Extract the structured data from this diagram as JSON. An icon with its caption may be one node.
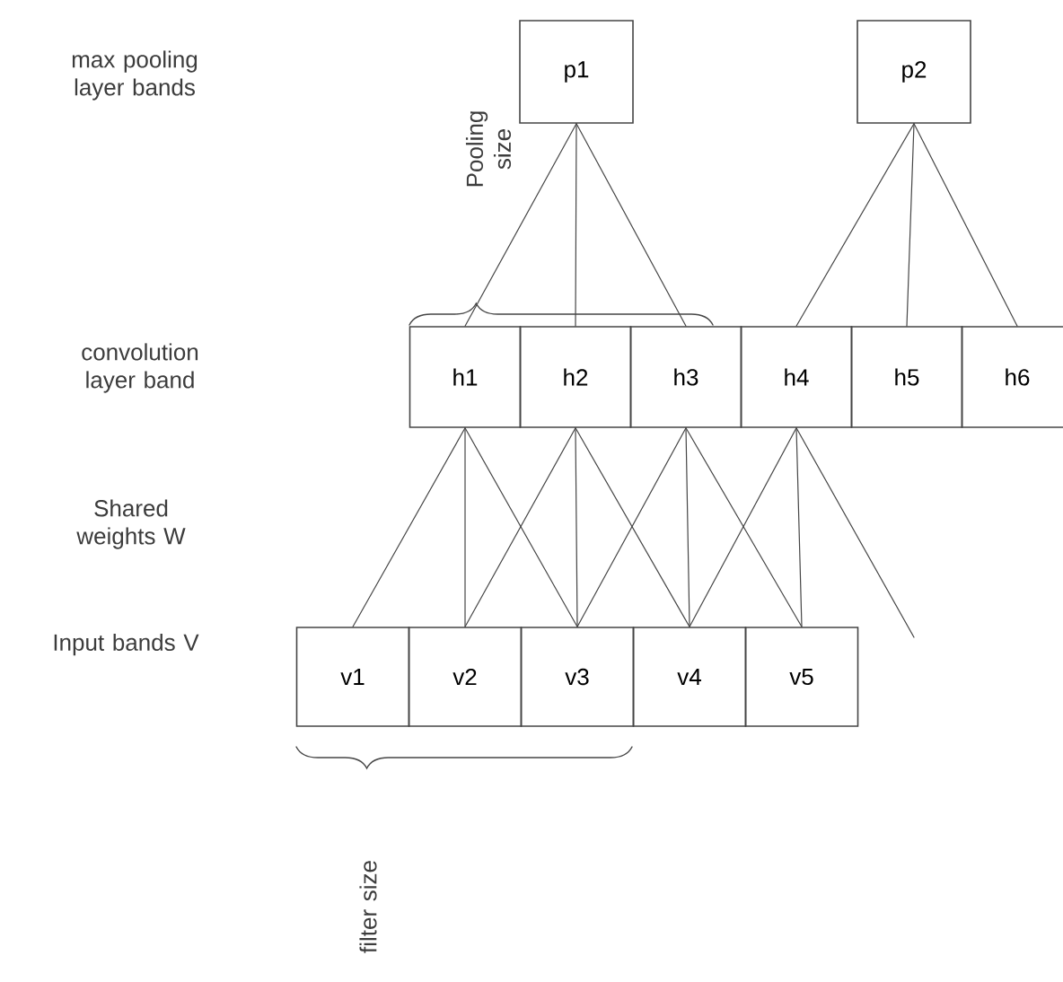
{
  "diagram": {
    "nodes": [
      {
        "text": [
          "p1"
        ]
      },
      {
        "text": [
          "p2"
        ]
      },
      {
        "text": [
          "h1"
        ]
      },
      {
        "text": [
          "h2"
        ]
      },
      {
        "text": [
          "h3"
        ]
      },
      {
        "text": [
          "h4"
        ]
      },
      {
        "text": [
          "h5"
        ]
      },
      {
        "text": [
          "h6"
        ]
      },
      {
        "text": [
          "v1"
        ]
      },
      {
        "text": [
          "v2"
        ]
      },
      {
        "text": [
          "v3"
        ]
      },
      {
        "text": [
          "v4"
        ]
      },
      {
        "text": [
          "v5"
        ]
      }
    ],
    "edges": [
      {
        "from": 0,
        "to": 2,
        "arrow": "none"
      },
      {
        "from": 0,
        "to": 3,
        "arrow": "none"
      },
      {
        "from": 0,
        "to": 4,
        "arrow": "none"
      },
      {
        "from": 1,
        "to": 5,
        "arrow": "none"
      },
      {
        "from": 1,
        "to": 6,
        "arrow": "none"
      },
      {
        "from": 1,
        "to": 7,
        "arrow": "none"
      },
      {
        "from": 2,
        "to": 8,
        "arrow": "none"
      },
      {
        "from": 2,
        "to": 9,
        "arrow": "none"
      },
      {
        "from": 2,
        "to": 10,
        "arrow": "none"
      },
      {
        "from": 3,
        "to": 9,
        "arrow": "none"
      },
      {
        "from": 3,
        "to": 10,
        "arrow": "none"
      },
      {
        "from": 3,
        "to": 11,
        "arrow": "none"
      },
      {
        "from": 4,
        "to": 10,
        "arrow": "none"
      },
      {
        "from": 4,
        "to": 11,
        "arrow": "none"
      },
      {
        "from": 4,
        "to": 12,
        "arrow": "none"
      },
      {
        "from": 5,
        "to": 11,
        "arrow": "none"
      },
      {
        "from": 5,
        "to": 12,
        "arrow": "none"
      },
      {
        "from": 5,
        "to": null,
        "arrow": "none"
      }
    ],
    "labels": [
      "max pooling layer bands",
      "Pooling size",
      "convolution layer band",
      "Shared weights W",
      "Input bands V",
      "filter size"
    ]
  }
}
